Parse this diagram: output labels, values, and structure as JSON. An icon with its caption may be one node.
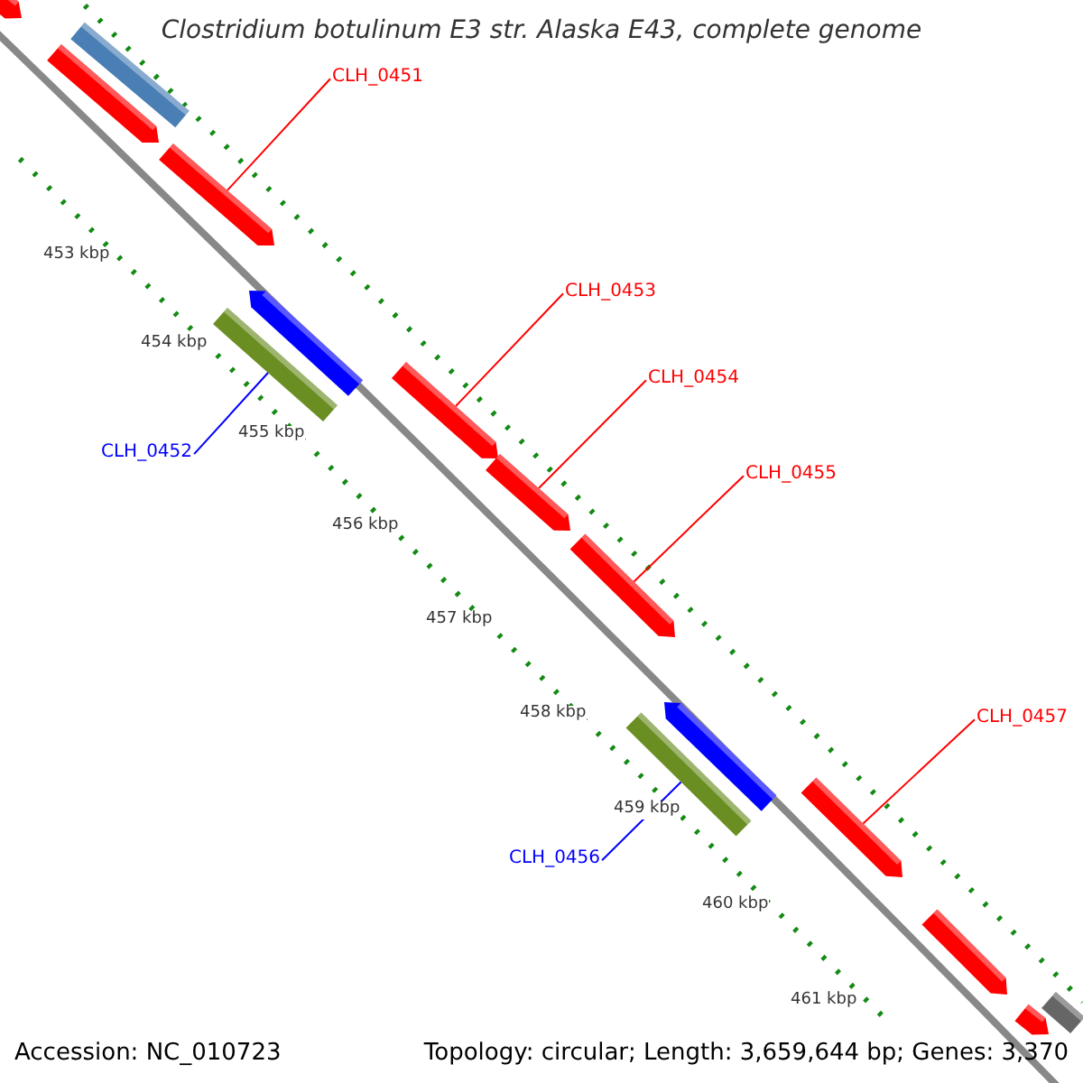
{
  "diagram": {
    "title": "Clostridium botulinum E3 str. Alaska E43, complete genome",
    "nodes": [
      {
        "text": [
          "CLH_0451"
        ]
      },
      {
        "text": [
          "CLH_0453"
        ]
      },
      {
        "text": [
          "CLH_0454"
        ]
      },
      {
        "text": [
          "CLH_0455"
        ]
      },
      {
        "text": [
          "CLH_0457"
        ]
      },
      {
        "text": [
          "CLH_0452"
        ]
      },
      {
        "text": [
          "CLH_0456"
        ]
      },
      {
        "text": [],
        "shape": "arrow"
      },
      {
        "text": [],
        "shape": "bar"
      },
      {
        "text": [],
        "shape": "arrow"
      },
      {
        "text": [],
        "shape": "arrow"
      },
      {
        "text": [],
        "shape": "bar"
      },
      {
        "text": [],
        "shape": "arrow"
      },
      {
        "text": [],
        "shape": "arrow"
      },
      {
        "text": [],
        "shape": "arrow"
      },
      {
        "text": [],
        "shape": "arrow"
      },
      {
        "text": [],
        "shape": "bar"
      },
      {
        "text": [],
        "shape": "arrow"
      },
      {
        "text": [],
        "shape": "arrow"
      },
      {
        "text": [],
        "shape": "arrow"
      },
      {
        "text": [],
        "shape": "arrow"
      },
      {
        "text": [],
        "shape": "bar"
      }
    ],
    "edges": [
      {
        "from": 0,
        "to": 10,
        "arrow": "none"
      },
      {
        "from": 1,
        "to": 13,
        "arrow": "none"
      },
      {
        "from": 2,
        "to": 14,
        "arrow": "none"
      },
      {
        "from": 3,
        "to": 15,
        "arrow": "none"
      },
      {
        "from": 4,
        "to": 18,
        "arrow": "none"
      },
      {
        "from": 5,
        "to": 11,
        "arrow": "none",
        "color": "#0000ff"
      },
      {
        "from": 6,
        "to": 16,
        "arrow": "none",
        "color": "#0000ff"
      }
    ],
    "labels": [
      "453 kbp",
      "454 kbp",
      "455 kbp",
      "456 kbp",
      "457 kbp",
      "458 kbp",
      "459 kbp",
      "460 kbp",
      "461 kbp",
      "Accession: NC_010723",
      "Topology: circular; Length: 3,659,644 bp; Genes: 3,370"
    ]
  }
}
